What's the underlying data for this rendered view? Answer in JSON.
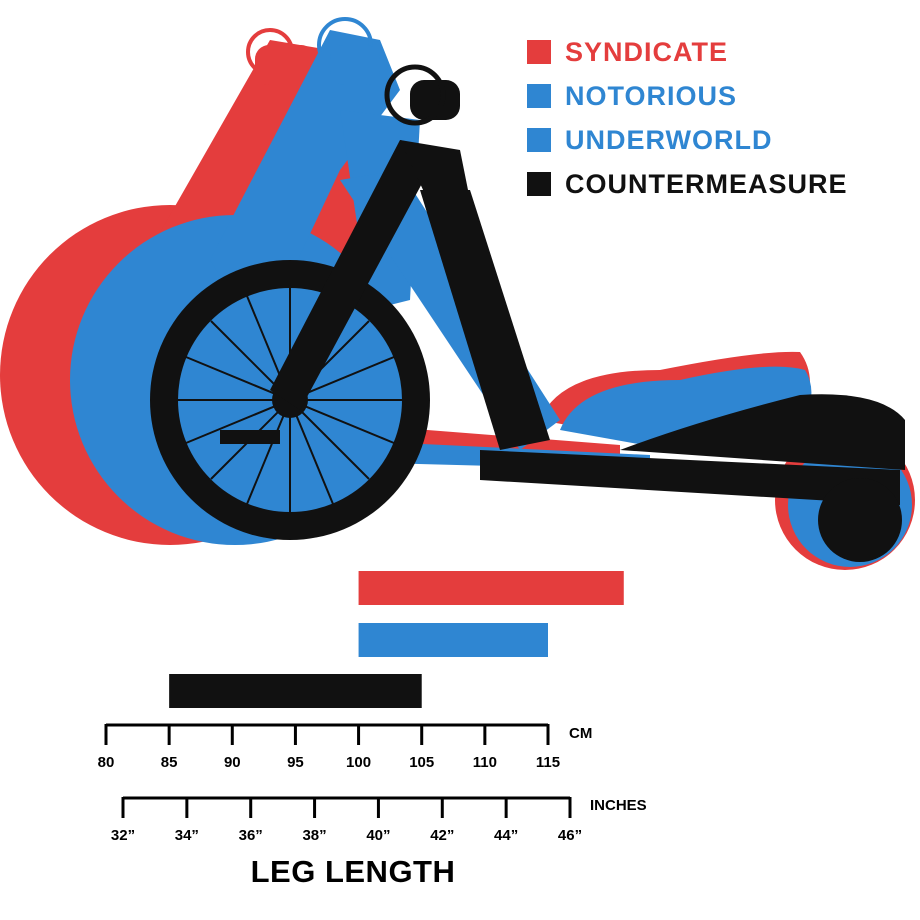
{
  "colors": {
    "syndicate": "#e43d3d",
    "notorious": "#2f86d2",
    "countermeasure": "#111111",
    "axis": "#000000"
  },
  "legend": [
    {
      "label": "SYNDICATE",
      "color": "#e43d3d",
      "text_color": "#e43d3d"
    },
    {
      "label": "NOTORIOUS",
      "color": "#2f86d2",
      "text_color": "#2f86d2"
    },
    {
      "label": "UNDERWORLD",
      "color": "#2f86d2",
      "text_color": "#2f86d2"
    },
    {
      "label": "COUNTERMEASURE",
      "color": "#111111",
      "text_color": "#111111"
    }
  ],
  "illustration": {
    "icon": "drift-trike-silhouettes-icon"
  },
  "chart_data": {
    "type": "bar",
    "orientation": "horizontal-range",
    "title": "LEG LENGTH",
    "series": [
      {
        "name": "SYNDICATE",
        "color": "#e43d3d",
        "min_cm": 100,
        "max_cm": 121
      },
      {
        "name": "NOTORIOUS / UNDERWORLD",
        "color": "#2f86d2",
        "min_cm": 100,
        "max_cm": 115
      },
      {
        "name": "COUNTERMEASURE",
        "color": "#111111",
        "min_cm": 85,
        "max_cm": 105
      }
    ],
    "axes": [
      {
        "unit": "CM",
        "range": [
          80,
          115
        ],
        "ticks": [
          "80",
          "85",
          "90",
          "95",
          "100",
          "105",
          "110",
          "115"
        ],
        "ticks_value": [
          80,
          85,
          90,
          95,
          100,
          105,
          110,
          115
        ]
      },
      {
        "unit": "INCHES",
        "range": [
          32,
          46
        ],
        "ticks": [
          "32”",
          "34”",
          "36”",
          "38”",
          "40”",
          "42”",
          "44”",
          "46”"
        ],
        "ticks_value": [
          32,
          34,
          36,
          38,
          40,
          42,
          44,
          46
        ]
      }
    ]
  }
}
